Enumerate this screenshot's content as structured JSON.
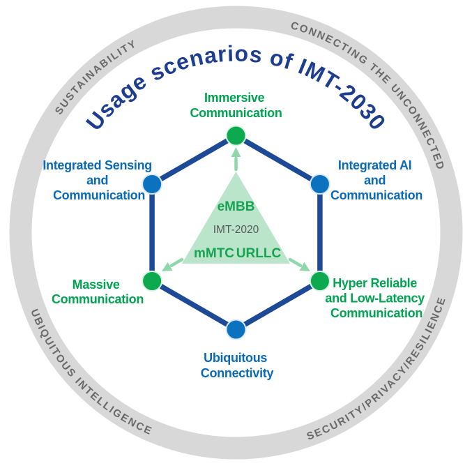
{
  "title": {
    "text": "Usage scenarios of IMT-2030"
  },
  "ring_labels": {
    "top_left": "SUSTAINABILITY",
    "top_right": "CONNECTING THE UNCONNECTED",
    "bottom_left": "UBIQUITOUS INTELLIGENCE",
    "bottom_right": "SECURITY/PRIVACY/RESILIENCE"
  },
  "hexagon_nodes": {
    "top": {
      "color": "green",
      "lines": [
        "Immersive",
        "Communication"
      ]
    },
    "top_right": {
      "color": "blue",
      "lines": [
        "Integrated AI",
        "and",
        "Communication"
      ]
    },
    "bottom_right": {
      "color": "green",
      "lines": [
        "Hyper Reliable",
        "and Low-Latency",
        "Communication"
      ]
    },
    "bottom": {
      "color": "blue",
      "lines": [
        "Ubiquitous",
        "Connectivity"
      ]
    },
    "bottom_left": {
      "color": "green",
      "lines": [
        "Massive",
        "Communication"
      ]
    },
    "top_left": {
      "color": "blue",
      "lines": [
        "Integrated Sensing",
        "and",
        "Communication"
      ]
    }
  },
  "center_triangle": {
    "top": "eMBB",
    "middle": "IMT-2020",
    "bottom_left": "mMTC",
    "bottom_right": "URLLC"
  },
  "colors": {
    "title_navy": "#1d3e8f",
    "hexagon_edge_navy": "#1d4a96",
    "blue_label": "#0a6ab8",
    "blue_dot": "#0c72c0",
    "green_label": "#00a350",
    "green_dot": "#0ca94f",
    "ring_fill": "#d8d8d8",
    "ring_text_gray": "#696969",
    "triangle_fill": "#bae5ca",
    "imt2020_text_gray": "#58585a",
    "arrow_green": "#90d8ac"
  }
}
